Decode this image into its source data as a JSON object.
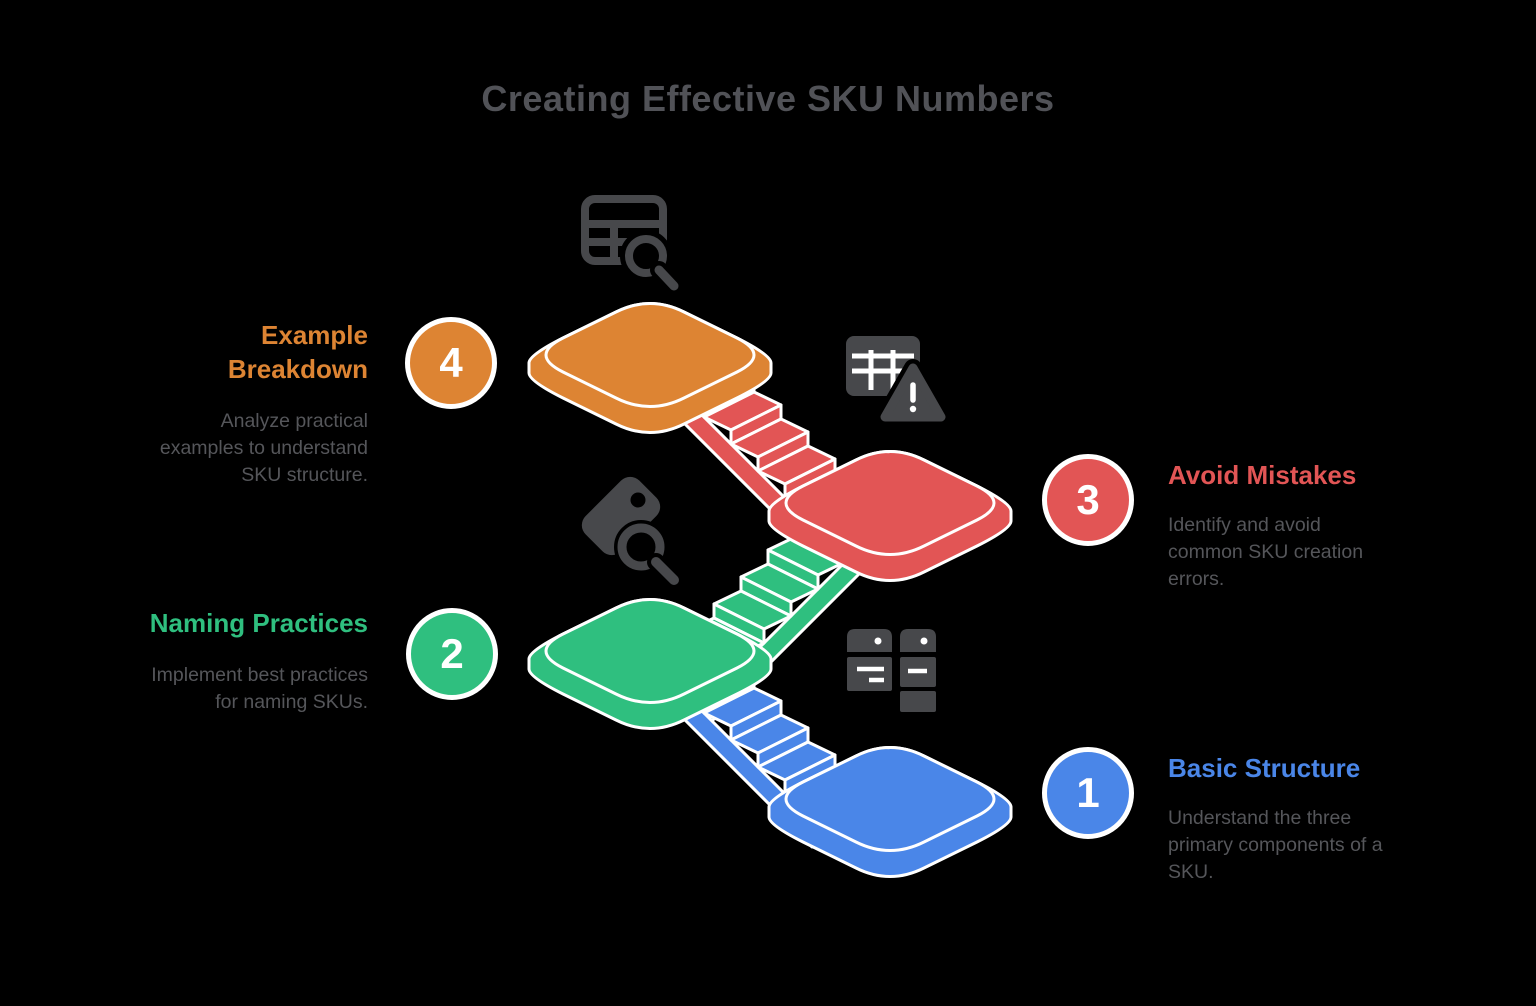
{
  "title": "Creating Effective SKU Numbers",
  "colors": {
    "orange": "#DD8433",
    "red": "#E25555",
    "green": "#2FBF7F",
    "blue": "#4A86E8",
    "icon": "#47484B",
    "title_text": "#515257",
    "desc_text": "#55565A"
  },
  "steps": [
    {
      "number": "1",
      "title": "Basic Structure",
      "color": "#4A86E8",
      "desc_lines": [
        "Understand the three",
        "primary components of a",
        "SKU."
      ],
      "icon": "storage-boxes-icon"
    },
    {
      "number": "2",
      "title": "Naming Practices",
      "color": "#2FBF7F",
      "desc_lines": [
        "Implement best practices",
        "for naming SKUs."
      ],
      "icon": "tag-search-icon"
    },
    {
      "number": "3",
      "title": "Avoid Mistakes",
      "color": "#E25555",
      "desc_lines": [
        "Identify and avoid",
        "common SKU creation",
        "errors."
      ],
      "icon": "table-warning-icon"
    },
    {
      "number": "4",
      "title": "Example Breakdown",
      "title_lines": [
        "Example",
        "Breakdown"
      ],
      "color": "#DD8433",
      "desc_lines": [
        "Analyze practical",
        "examples to understand",
        "SKU structure."
      ],
      "icon": "table-search-icon"
    }
  ]
}
